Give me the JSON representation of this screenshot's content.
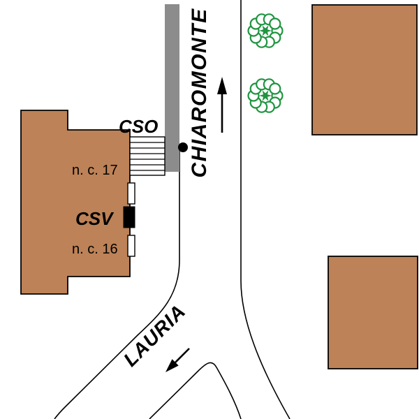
{
  "map": {
    "street_vertical": "CHIAROMONTE",
    "street_diagonal": "LAURIA",
    "label_cso": "CSO",
    "label_csv": "CSV",
    "label_civic_17": "n. c. 17",
    "label_civic_16": "n. c. 16",
    "direction_vertical_street": "up",
    "direction_diagonal_street": "down-left",
    "icons": {
      "trees": "tree-wreath-icon",
      "arrow_up": "arrow-up-icon",
      "arrow_down_left": "arrow-down-left-icon",
      "point": "point-marker-dot"
    },
    "colors": {
      "building": "#BD8257",
      "tree": "#1F9440",
      "wall": "#8C8C8C",
      "line": "#000000",
      "background": "#FFFFFF"
    }
  }
}
